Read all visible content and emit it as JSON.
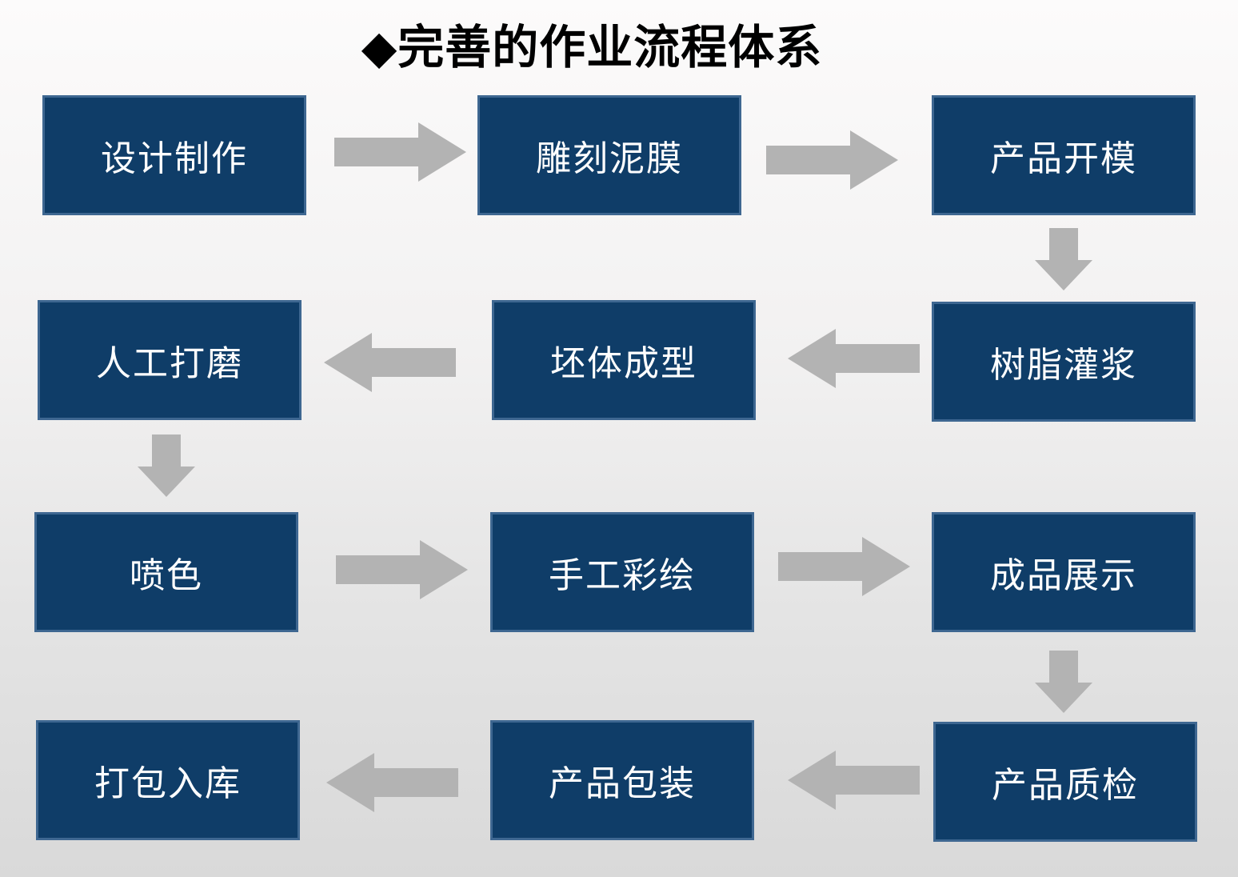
{
  "title": {
    "bullet": "◆",
    "text": "完善的作业流程体系"
  },
  "colors": {
    "box_fill": "#0F3D68",
    "box_border": "#3E6791",
    "box_text": "#FFFFFF",
    "arrow": "#B3B3B3",
    "title_text": "#000000",
    "background_top": "#FCFBFB",
    "background_bottom": "#D9D9D9"
  },
  "flow": {
    "nodes": [
      {
        "id": "design",
        "label": "设计制作"
      },
      {
        "id": "carve",
        "label": "雕刻泥膜"
      },
      {
        "id": "mold",
        "label": "产品开模"
      },
      {
        "id": "resin",
        "label": "树脂灌浆"
      },
      {
        "id": "blank",
        "label": "坯体成型"
      },
      {
        "id": "polish",
        "label": "人工打磨"
      },
      {
        "id": "spray",
        "label": "喷色"
      },
      {
        "id": "paint",
        "label": "手工彩绘"
      },
      {
        "id": "display",
        "label": "成品展示"
      },
      {
        "id": "inspect",
        "label": "产品质检"
      },
      {
        "id": "package",
        "label": "产品包装"
      },
      {
        "id": "store",
        "label": "打包入库"
      }
    ],
    "arrows": [
      {
        "from": "设计制作",
        "to": "雕刻泥膜",
        "direction": "right"
      },
      {
        "from": "雕刻泥膜",
        "to": "产品开模",
        "direction": "right"
      },
      {
        "from": "产品开模",
        "to": "树脂灌浆",
        "direction": "down"
      },
      {
        "from": "树脂灌浆",
        "to": "坯体成型",
        "direction": "left"
      },
      {
        "from": "坯体成型",
        "to": "人工打磨",
        "direction": "left"
      },
      {
        "from": "人工打磨",
        "to": "喷色",
        "direction": "down"
      },
      {
        "from": "喷色",
        "to": "手工彩绘",
        "direction": "right"
      },
      {
        "from": "手工彩绘",
        "to": "成品展示",
        "direction": "right"
      },
      {
        "from": "成品展示",
        "to": "产品质检",
        "direction": "down"
      },
      {
        "from": "产品质检",
        "to": "产品包装",
        "direction": "left"
      },
      {
        "from": "产品包装",
        "to": "打包入库",
        "direction": "left"
      }
    ]
  }
}
